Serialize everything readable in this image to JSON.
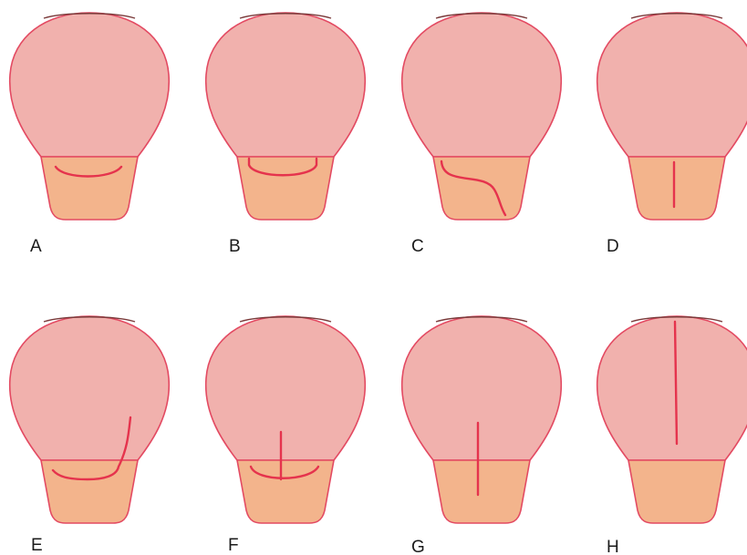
{
  "colors": {
    "upper_fill": "#f1b1ad",
    "lower_fill": "#f3b48c",
    "outline": "#e34a62",
    "top_edge": "#7a3a3a",
    "incision": "#e5334d",
    "label_text": "#1a1a1a"
  },
  "panels": [
    {
      "label": "A",
      "incision": "curve-lower"
    },
    {
      "label": "B",
      "incision": "curve-upper-edge"
    },
    {
      "label": "C",
      "incision": "s-curve"
    },
    {
      "label": "D",
      "incision": "vertical-lower"
    },
    {
      "label": "E",
      "incision": "curve-lower-with-vertical-upper"
    },
    {
      "label": "F",
      "incision": "curve-lower-with-short-vertical"
    },
    {
      "label": "G",
      "incision": "vertical-across-junction"
    },
    {
      "label": "H",
      "incision": "vertical-upper"
    }
  ]
}
